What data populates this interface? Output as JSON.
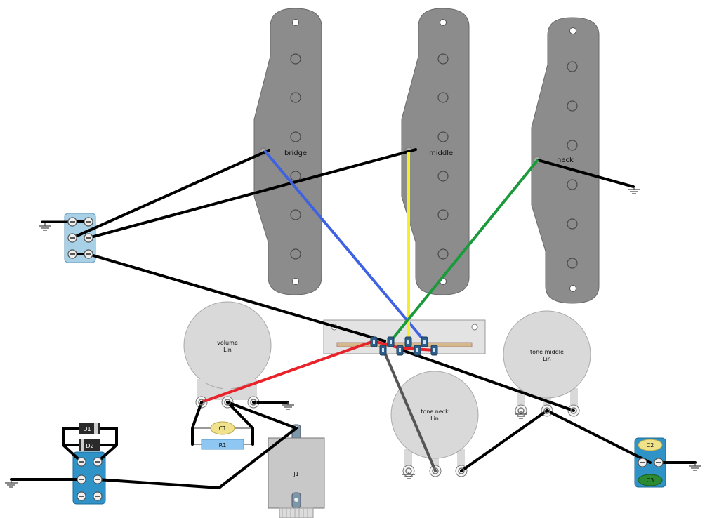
{
  "pickups": {
    "bridge": "bridge",
    "middle": "middle",
    "neck": "neck"
  },
  "pots": {
    "volume": {
      "name": "volume",
      "taper": "Lin"
    },
    "tone_neck": {
      "name": "tone neck",
      "taper": "Lin"
    },
    "tone_middle": {
      "name": "tone middle",
      "taper": "Lin"
    }
  },
  "components": {
    "c1": "C1",
    "r1": "R1",
    "c2": "C2",
    "c3": "C3",
    "d1": "D1",
    "d2": "D2",
    "j1": "J1"
  },
  "colors": {
    "pickup_body": "#8c8c8c",
    "pickup_stroke": "#6a6a6a",
    "pot_body": "#d9d9d9",
    "switch_plate": "#e3e3e3",
    "switch_blade": "#d6b98a",
    "lug": "#2e5f8a",
    "dpdt_light": "#a8d0e6",
    "dpdt_dark": "#2f93c8",
    "wire_black": "#000000",
    "wire_red": "#e8232a",
    "wire_blue": "#3f62e0",
    "wire_yellow": "#f2f02a",
    "wire_green": "#1b9a3c",
    "cap_c1": "#f0e28a",
    "res_r1": "#8ec8f2",
    "cap_c2": "#f0e28a",
    "cap_c3": "#2c8a32",
    "diode_body": "#2a2a2a",
    "jack_body": "#c8c8c8"
  },
  "icons": {
    "ground": "ground-icon"
  }
}
